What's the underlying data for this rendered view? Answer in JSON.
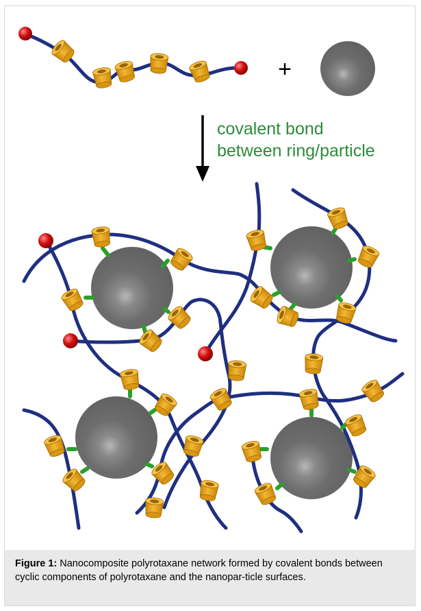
{
  "figure": {
    "annotation_line1": "covalent bond",
    "annotation_line2": "between ring/particle",
    "plus_sign": "+",
    "caption_label": "Figure 1:",
    "caption_text": " Nanocomposite polyrotaxane network formed by covalent bonds between cyclic components of polyrotaxane and the nanopar-ticle surfaces."
  },
  "colors": {
    "chain": "#1f2f80",
    "ring": "#e8a219",
    "ring_dark": "#b97a08",
    "particle": "#6d6d6d",
    "endcap": "#d01010",
    "bond": "#2aa02a",
    "annotation": "#2e8b3a"
  }
}
